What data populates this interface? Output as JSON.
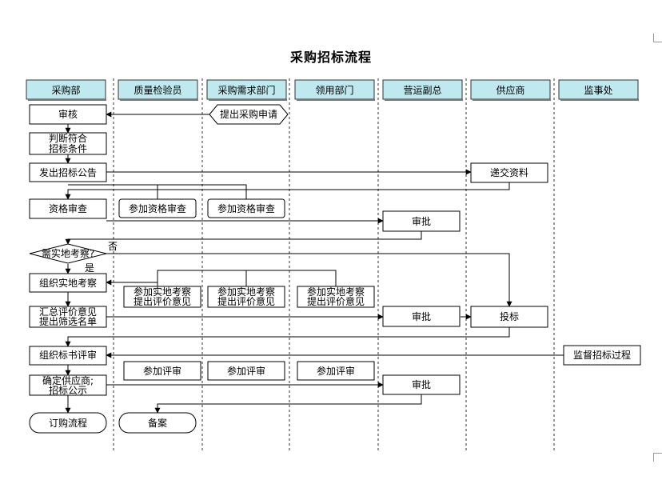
{
  "title": "采购招标流程",
  "lanes": [
    "采购部",
    "质量检验员",
    "采购需求部门",
    "领用部门",
    "营运副总",
    "供应商",
    "监事处"
  ],
  "nodes": {
    "shenhe": "审核",
    "tichu": "提出采购申请",
    "panduan_1": "判断符合",
    "panduan_2": "招标条件",
    "fachu": "发出招标公告",
    "dijiao": "递交资料",
    "zige": "资格审查",
    "zige_zhijian": "参加资格审查",
    "zige_xuqiu": "参加资格审查",
    "shenpi_1": "审批",
    "xu": "需实地考察?",
    "fou": "否",
    "shi": "是",
    "zuzhi": "组织实地考察",
    "kc_zj_1": "参加实地考察",
    "kc_zj_2": "提出评价意见",
    "kc_xq_1": "参加实地考察",
    "kc_xq_2": "提出评价意见",
    "kc_ly_1": "参加实地考察",
    "kc_ly_2": "提出评价意见",
    "huizong_1": "汇总评价意见",
    "huizong_2": "提出筛选名单",
    "shenpi_2": "审批",
    "toubiao": "投标",
    "biaoshu": "组织标书评审",
    "jiandu": "监督招标过程",
    "ps_zj": "参加评审",
    "ps_xq": "参加评审",
    "ps_ly": "参加评审",
    "queding_1": "确定供应商;",
    "queding_2": "招标公示",
    "shenpi_3": "审批",
    "dinggou": "订购流程",
    "beian": "备案"
  }
}
